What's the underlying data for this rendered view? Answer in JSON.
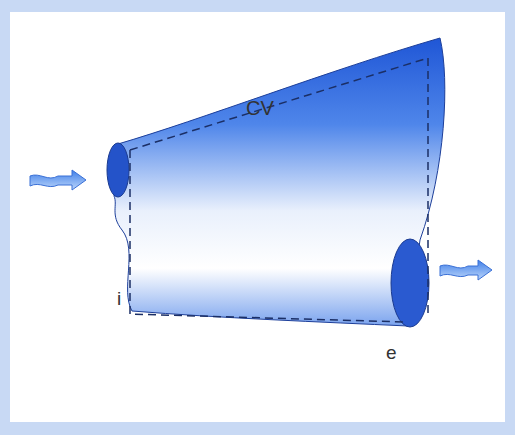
{
  "diagram": {
    "nodes": [
      {
        "text": [
          "CV"
        ]
      }
    ],
    "labels": [
      "i",
      "e"
    ]
  }
}
